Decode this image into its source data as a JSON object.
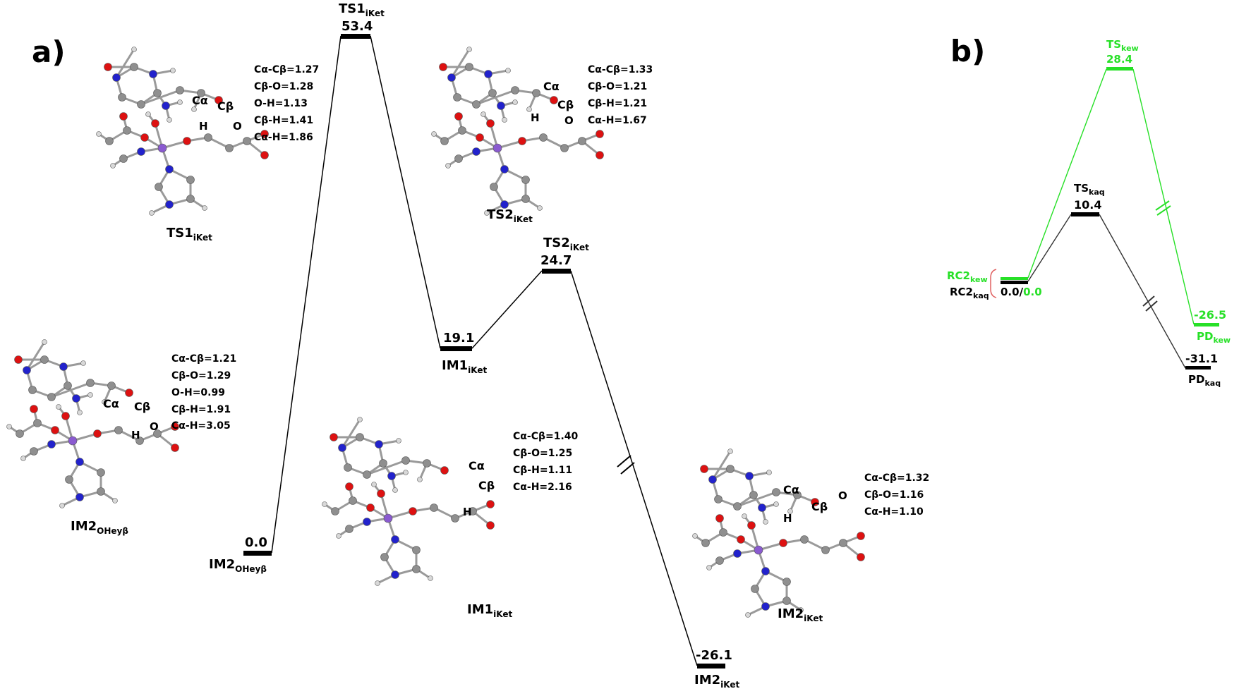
{
  "panels": {
    "a": "a)",
    "b": "b)"
  },
  "colors": {
    "aqueous": "#000000",
    "water": "#27e027",
    "bracket": "#e06060",
    "carbon": "#8f8f8f",
    "nitrogen": "#2222cc",
    "oxygen": "#dd1111",
    "hydrogen": "#d8d8d8",
    "metal": "#8a5ad0"
  },
  "diagram_a": {
    "levels": [
      {
        "name": "IM2",
        "sub": "OHeyβ",
        "value": "0.0"
      },
      {
        "name": "TS1",
        "sub": "iKet",
        "value": "53.4"
      },
      {
        "name": "IM1",
        "sub": "iKet",
        "value": "19.1"
      },
      {
        "name": "TS2",
        "sub": "iKet",
        "value": "24.7"
      },
      {
        "name": "IM2",
        "sub": "iKet",
        "value": "-26.1"
      }
    ],
    "structures": [
      {
        "name": "TS1",
        "sub": "iKet",
        "geometry": [
          "Cα-Cβ=1.27",
          "Cβ-O=1.28",
          "O-H=1.13",
          "Cβ-H=1.41",
          "Cα-H=1.86"
        ],
        "atom_labels": [
          "Cα",
          "Cβ",
          "H",
          "O"
        ]
      },
      {
        "name": "TS2",
        "sub": "iKet",
        "geometry": [
          "Cα-Cβ=1.33",
          "Cβ-O=1.21",
          "Cβ-H=1.21",
          "Cα-H=1.67"
        ],
        "atom_labels": [
          "Cα",
          "Cβ",
          "H",
          "O"
        ]
      },
      {
        "name": "IM2",
        "sub": "OHeyβ",
        "geometry": [
          "Cα-Cβ=1.21",
          "Cβ-O=1.29",
          "O-H=0.99",
          "Cβ-H=1.91",
          "Cα-H=3.05"
        ],
        "atom_labels": [
          "Cα",
          "Cβ",
          "H",
          "O"
        ]
      },
      {
        "name": "IM1",
        "sub": "iKet",
        "geometry": [
          "Cα-Cβ=1.40",
          "Cβ-O=1.25",
          "Cβ-H=1.11",
          "Cα-H=2.16"
        ],
        "atom_labels": [
          "Cα",
          "Cβ",
          "H"
        ]
      },
      {
        "name": "IM2",
        "sub": "iKet",
        "geometry": [
          "Cα-Cβ=1.32",
          "Cβ-O=1.16",
          "Cα-H=1.10"
        ],
        "atom_labels": [
          "Cα",
          "Cβ",
          "O",
          "H"
        ]
      }
    ]
  },
  "diagram_b": {
    "aqueous": [
      {
        "name": "RC2",
        "sub": "kaq",
        "value": "0.0"
      },
      {
        "name": "TS",
        "sub": "kaq",
        "value": "10.4"
      },
      {
        "name": "PD",
        "sub": "kaq",
        "value": "-31.1"
      }
    ],
    "water": [
      {
        "name": "RC2",
        "sub": "kew",
        "value": "0.0"
      },
      {
        "name": "TS",
        "sub": "kew",
        "value": "28.4"
      },
      {
        "name": "PD",
        "sub": "kew",
        "value": "-26.5"
      }
    ],
    "separator": "/"
  }
}
